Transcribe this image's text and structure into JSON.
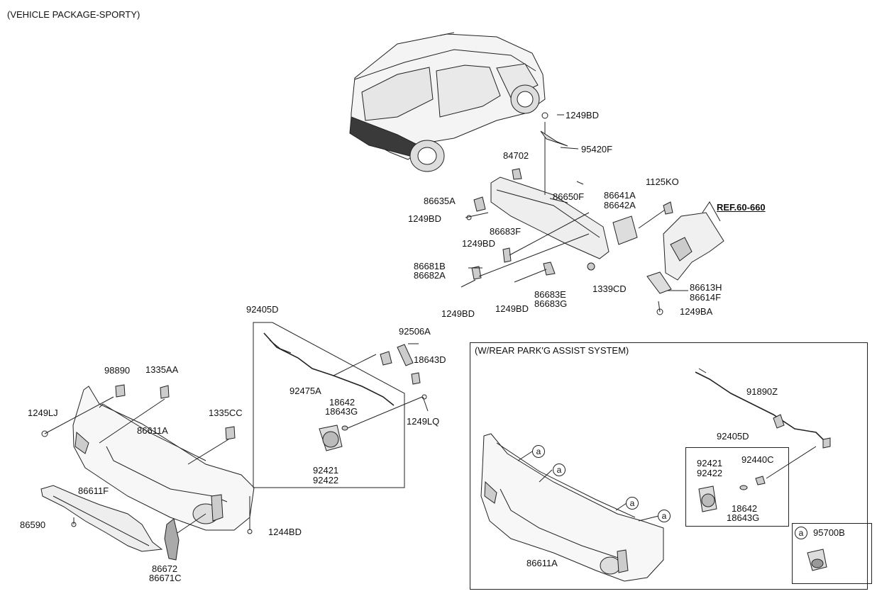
{
  "title": "(VEHICLE PACKAGE-SPORTY)",
  "inset": {
    "title": "(W/REAR PARK'G ASSIST SYSTEM)",
    "circle_letter": "a",
    "legend_part": "95700B"
  },
  "ref_label": "REF.60-660",
  "parts": {
    "p1249BD_a": "1249BD",
    "p95420F": "95420F",
    "p84702": "84702",
    "p1125KO": "1125KO",
    "p86635A": "86635A",
    "p86650F": "86650F",
    "p86641A": "86641A",
    "p86642A": "86642A",
    "p1249BD_b": "1249BD",
    "p86683F": "86683F",
    "p1249BD_c": "1249BD",
    "p86681B": "86681B",
    "p86682A": "86682A",
    "p1339CD": "1339CD",
    "p86613H": "86613H",
    "p86614F": "86614F",
    "p1249BD_d": "1249BD",
    "p1249BD_e": "1249BD",
    "p86683E": "86683E",
    "p86683G": "86683G",
    "p1249BA": "1249BA",
    "p92405D_a": "92405D",
    "p92506A": "92506A",
    "p18643D": "18643D",
    "p92475A": "92475A",
    "p18642_a": "18642",
    "p18643G_a": "18643G",
    "p1249LQ": "1249LQ",
    "p92421_a": "92421",
    "p92422_a": "92422",
    "p98890": "98890",
    "p1335AA": "1335AA",
    "p1249LJ": "1249LJ",
    "p1335CC": "1335CC",
    "p86611A_a": "86611A",
    "p86611F": "86611F",
    "p86590": "86590",
    "p1244BD": "1244BD",
    "p86672": "86672",
    "p86671C": "86671C",
    "p91890Z": "91890Z",
    "p92405D_b": "92405D",
    "p92421_b": "92421",
    "p92422_b": "92422",
    "p92440C": "92440C",
    "p18642_b": "18642",
    "p18643G_b": "18643G",
    "p86611A_b": "86611A"
  }
}
